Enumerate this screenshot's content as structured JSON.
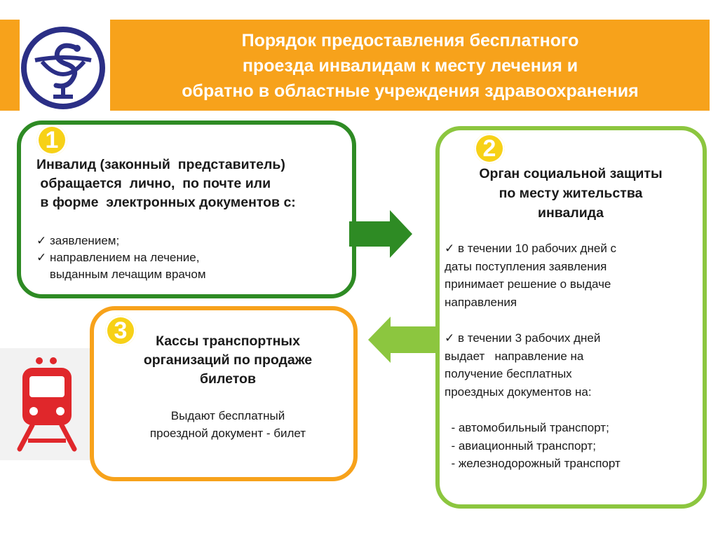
{
  "header": {
    "title_lines": [
      "Порядок предоставления бесплатного",
      "проезда инвалидам к месту лечения и",
      "обратно в областные учреждения здравоохранения"
    ]
  },
  "logo": {
    "icon": "bowl-of-hygieia-icon"
  },
  "step1": {
    "number": "1",
    "title_lines": [
      "Инвалид (законный  представитель)",
      " обращается  лично,  по почте или",
      " в форме  электронных документов с:"
    ],
    "items": [
      "✓ заявлением;",
      "✓ направлением на лечение,",
      "    выданным лечащим врачом"
    ]
  },
  "step2": {
    "number": "2",
    "title_lines": [
      "Орган социальной защиты",
      "по месту жительства",
      "инвалида"
    ],
    "para1_lines": [
      "✓ в течении 10 рабочих дней с",
      "даты поступления заявления",
      "принимает решение о выдаче",
      "направления"
    ],
    "para2_lines": [
      "✓ в течении 3 рабочих дней",
      "выдает   направление на",
      "получение бесплатных",
      "проездных документов на:"
    ],
    "transport_lines": [
      "  - автомобильный транспорт;",
      "  - авиационный транспорт;",
      "  - железнодорожный транспорт"
    ]
  },
  "step3": {
    "number": "3",
    "title_lines": [
      "Кассы транспортных",
      "организаций по продаже",
      "билетов"
    ],
    "body_lines": [
      "Выдают бесплатный",
      "проездной документ - билет"
    ]
  },
  "colors": {
    "orange": "#f7a21b",
    "dark_green": "#2e8b24",
    "light_green": "#8cc63f",
    "badge_yellow": "#f7d117",
    "logo_blue": "#2b2f86",
    "train_red": "#e0272b"
  },
  "icons": {
    "train": "train-icon",
    "arrow_right": "arrow-right-icon",
    "arrow_left": "arrow-left-icon"
  }
}
